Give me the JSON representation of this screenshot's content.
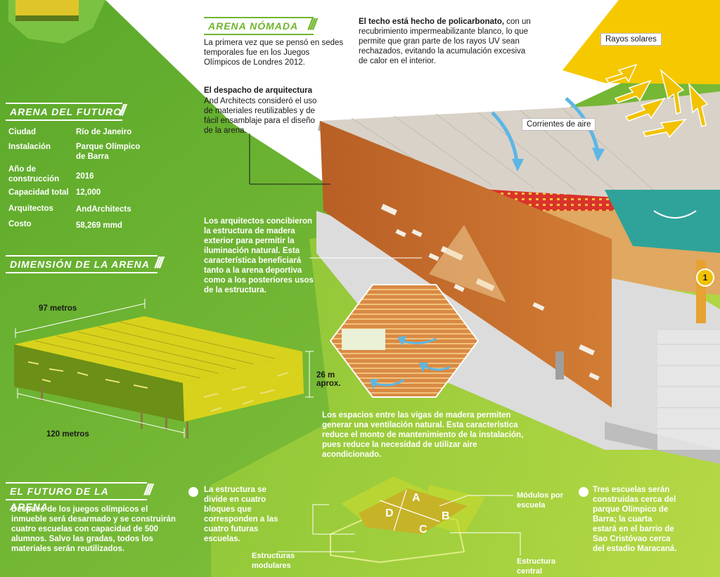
{
  "arena_nomada": {
    "title": "ARENA NÓMADA",
    "text": "La primera vez que se pensó en sedes temporales fue en los Juegos Olímpicos de Londres 2012."
  },
  "despacho": {
    "title": "El despacho de arquitectura",
    "text": "And Architects consideró el uso de materiales reutilizables y de fácil ensamblaje para el diseño de la arena."
  },
  "techo": {
    "bold": "El techo está hecho de policarbonato,",
    "text": " con un recubrimiento impermeabilizante blanco, lo que permite  que gran parte de los rayos UV sean rechazados, evitando la acumulación excesiva de calor en el interior."
  },
  "labels": {
    "rayos": "Rayos solares",
    "corrientes": "Corrientes de aire",
    "badge": "1"
  },
  "arena_futuro": {
    "title": "ARENA DEL FUTURO",
    "rows": [
      {
        "k": "Ciudad",
        "v": "Río de Janeiro"
      },
      {
        "k": "Instalación",
        "v": "Parque Olímpico de Barra"
      },
      {
        "k": "Año de construcción",
        "v": "2016"
      },
      {
        "k": "Capacidad total",
        "v": "12,000"
      },
      {
        "k": "Arquitectos",
        "v": "AndArchitects"
      },
      {
        "k": "Costo",
        "v": "58,269 mmd"
      }
    ]
  },
  "dimension": {
    "title": "DIMENSIÓN DE LA ARENA",
    "width_label": "97 metros",
    "length_label": "120 metros",
    "height_line1": "26 m",
    "height_line2": "aprox."
  },
  "iluminacion": "Los arquitectos concibieron la estructura de madera exterior para permitir la iluminación natural. Esta característica beneficiará tanto a la arena deportiva como a los posteriores usos de la estructura.",
  "ventilacion": "Los espacios entre las vigas de madera permiten generar una ventilación natural. Esta característica reduce el monto de mantenimiento de la instalación, pues reduce la necesidad de utilizar aire acondicionado.",
  "futuro": {
    "title": "EL FUTURO DE LA ARENA",
    "text": "Después de los juegos olímpicos el inmueble será desarmado  y se construirán cuatro escuelas con capacidad de 500 alumnos. Salvo las gradas, todos los materiales serán reutilizados."
  },
  "bloques": "La estructura se divide en cuatro bloques  que corresponden a las cuatro futuras escuelas.",
  "escuelas": "Tres  escuelas serán construidas cerca del parque Olímpico de Barra; la cuarta estará en el barrio de Sao Cristóvao cerca del estadio Maracaná.",
  "modulos": {
    "a": "A",
    "b": "B",
    "c": "C",
    "d": "D",
    "por_escuela": "Módulos por escuela",
    "modulares": "Estructuras modulares",
    "central": "Estructura central"
  },
  "colors": {
    "green": "#6fb52c",
    "dark_green": "#4e8f1f",
    "yellow": "#d8d21c",
    "wood": "#c26a2c",
    "seat_red": "#d9332b",
    "court": "#2fa39a"
  }
}
